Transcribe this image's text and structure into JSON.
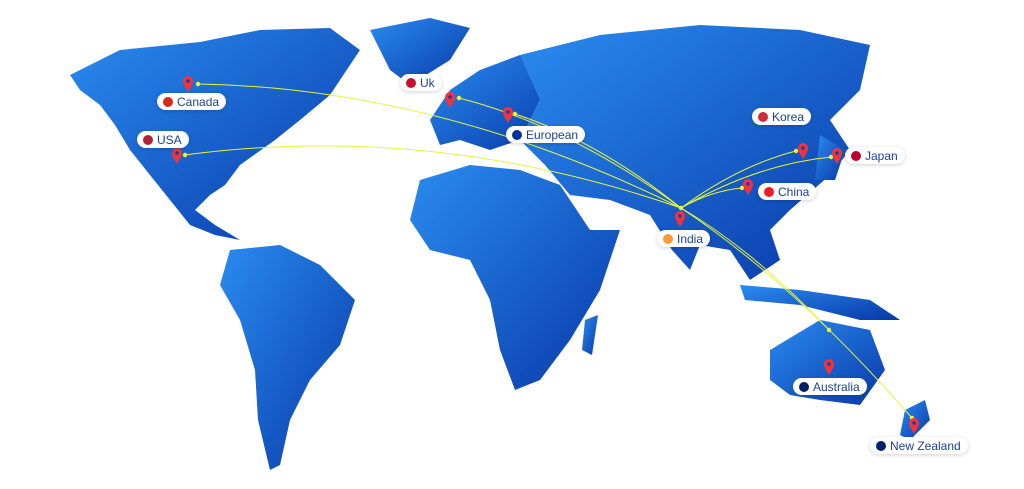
{
  "hub": "India",
  "locations": [
    {
      "name": "Canada",
      "flag_color": "#d52b1e"
    },
    {
      "name": "USA",
      "flag_color": "#b22234"
    },
    {
      "name": "Uk",
      "flag_color": "#c8102e"
    },
    {
      "name": "European",
      "flag_color": "#003399"
    },
    {
      "name": "Korea",
      "flag_color": "#cd2e3a"
    },
    {
      "name": "Japan",
      "flag_color": "#bc002d"
    },
    {
      "name": "China",
      "flag_color": "#ee1c25"
    },
    {
      "name": "India",
      "flag_color": "#ff9933"
    },
    {
      "name": "Australia",
      "flag_color": "#012169"
    },
    {
      "name": "New Zealand",
      "flag_color": "#012169"
    }
  ],
  "colors": {
    "land_light": "#2384ec",
    "land_dark": "#0a3db0",
    "route": "#e8f53a",
    "pin": "#f0333d",
    "label_text": "#1d3f96"
  }
}
